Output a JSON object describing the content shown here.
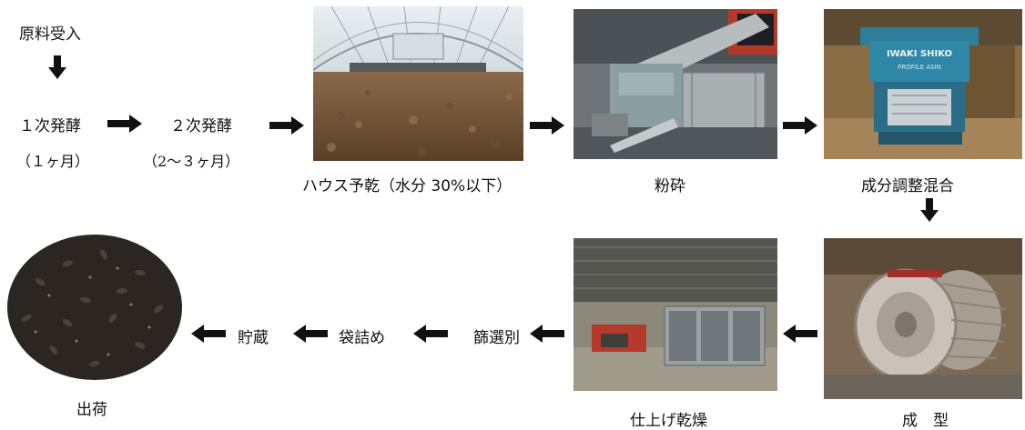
{
  "steps": {
    "raw_intake": "原料受入",
    "ferment1": "１次発酵",
    "ferment1_period": "（１ヶ月）",
    "ferment2": "２次発酵",
    "ferment2_period": "（2～３ヶ月）",
    "house_dry": "ハウス予乾（水分 30%以下）",
    "crush": "粉砕",
    "mix": "成分調整混合",
    "mold": "成　型",
    "finish_dry": "仕上げ乾燥",
    "sieve": "篩選別",
    "bag": "袋詰め",
    "storage": "貯蔵",
    "ship": "出荷"
  },
  "machine_text": {
    "line1": "IWAKI SHIKO",
    "line2": "PROFILE ASIN"
  }
}
